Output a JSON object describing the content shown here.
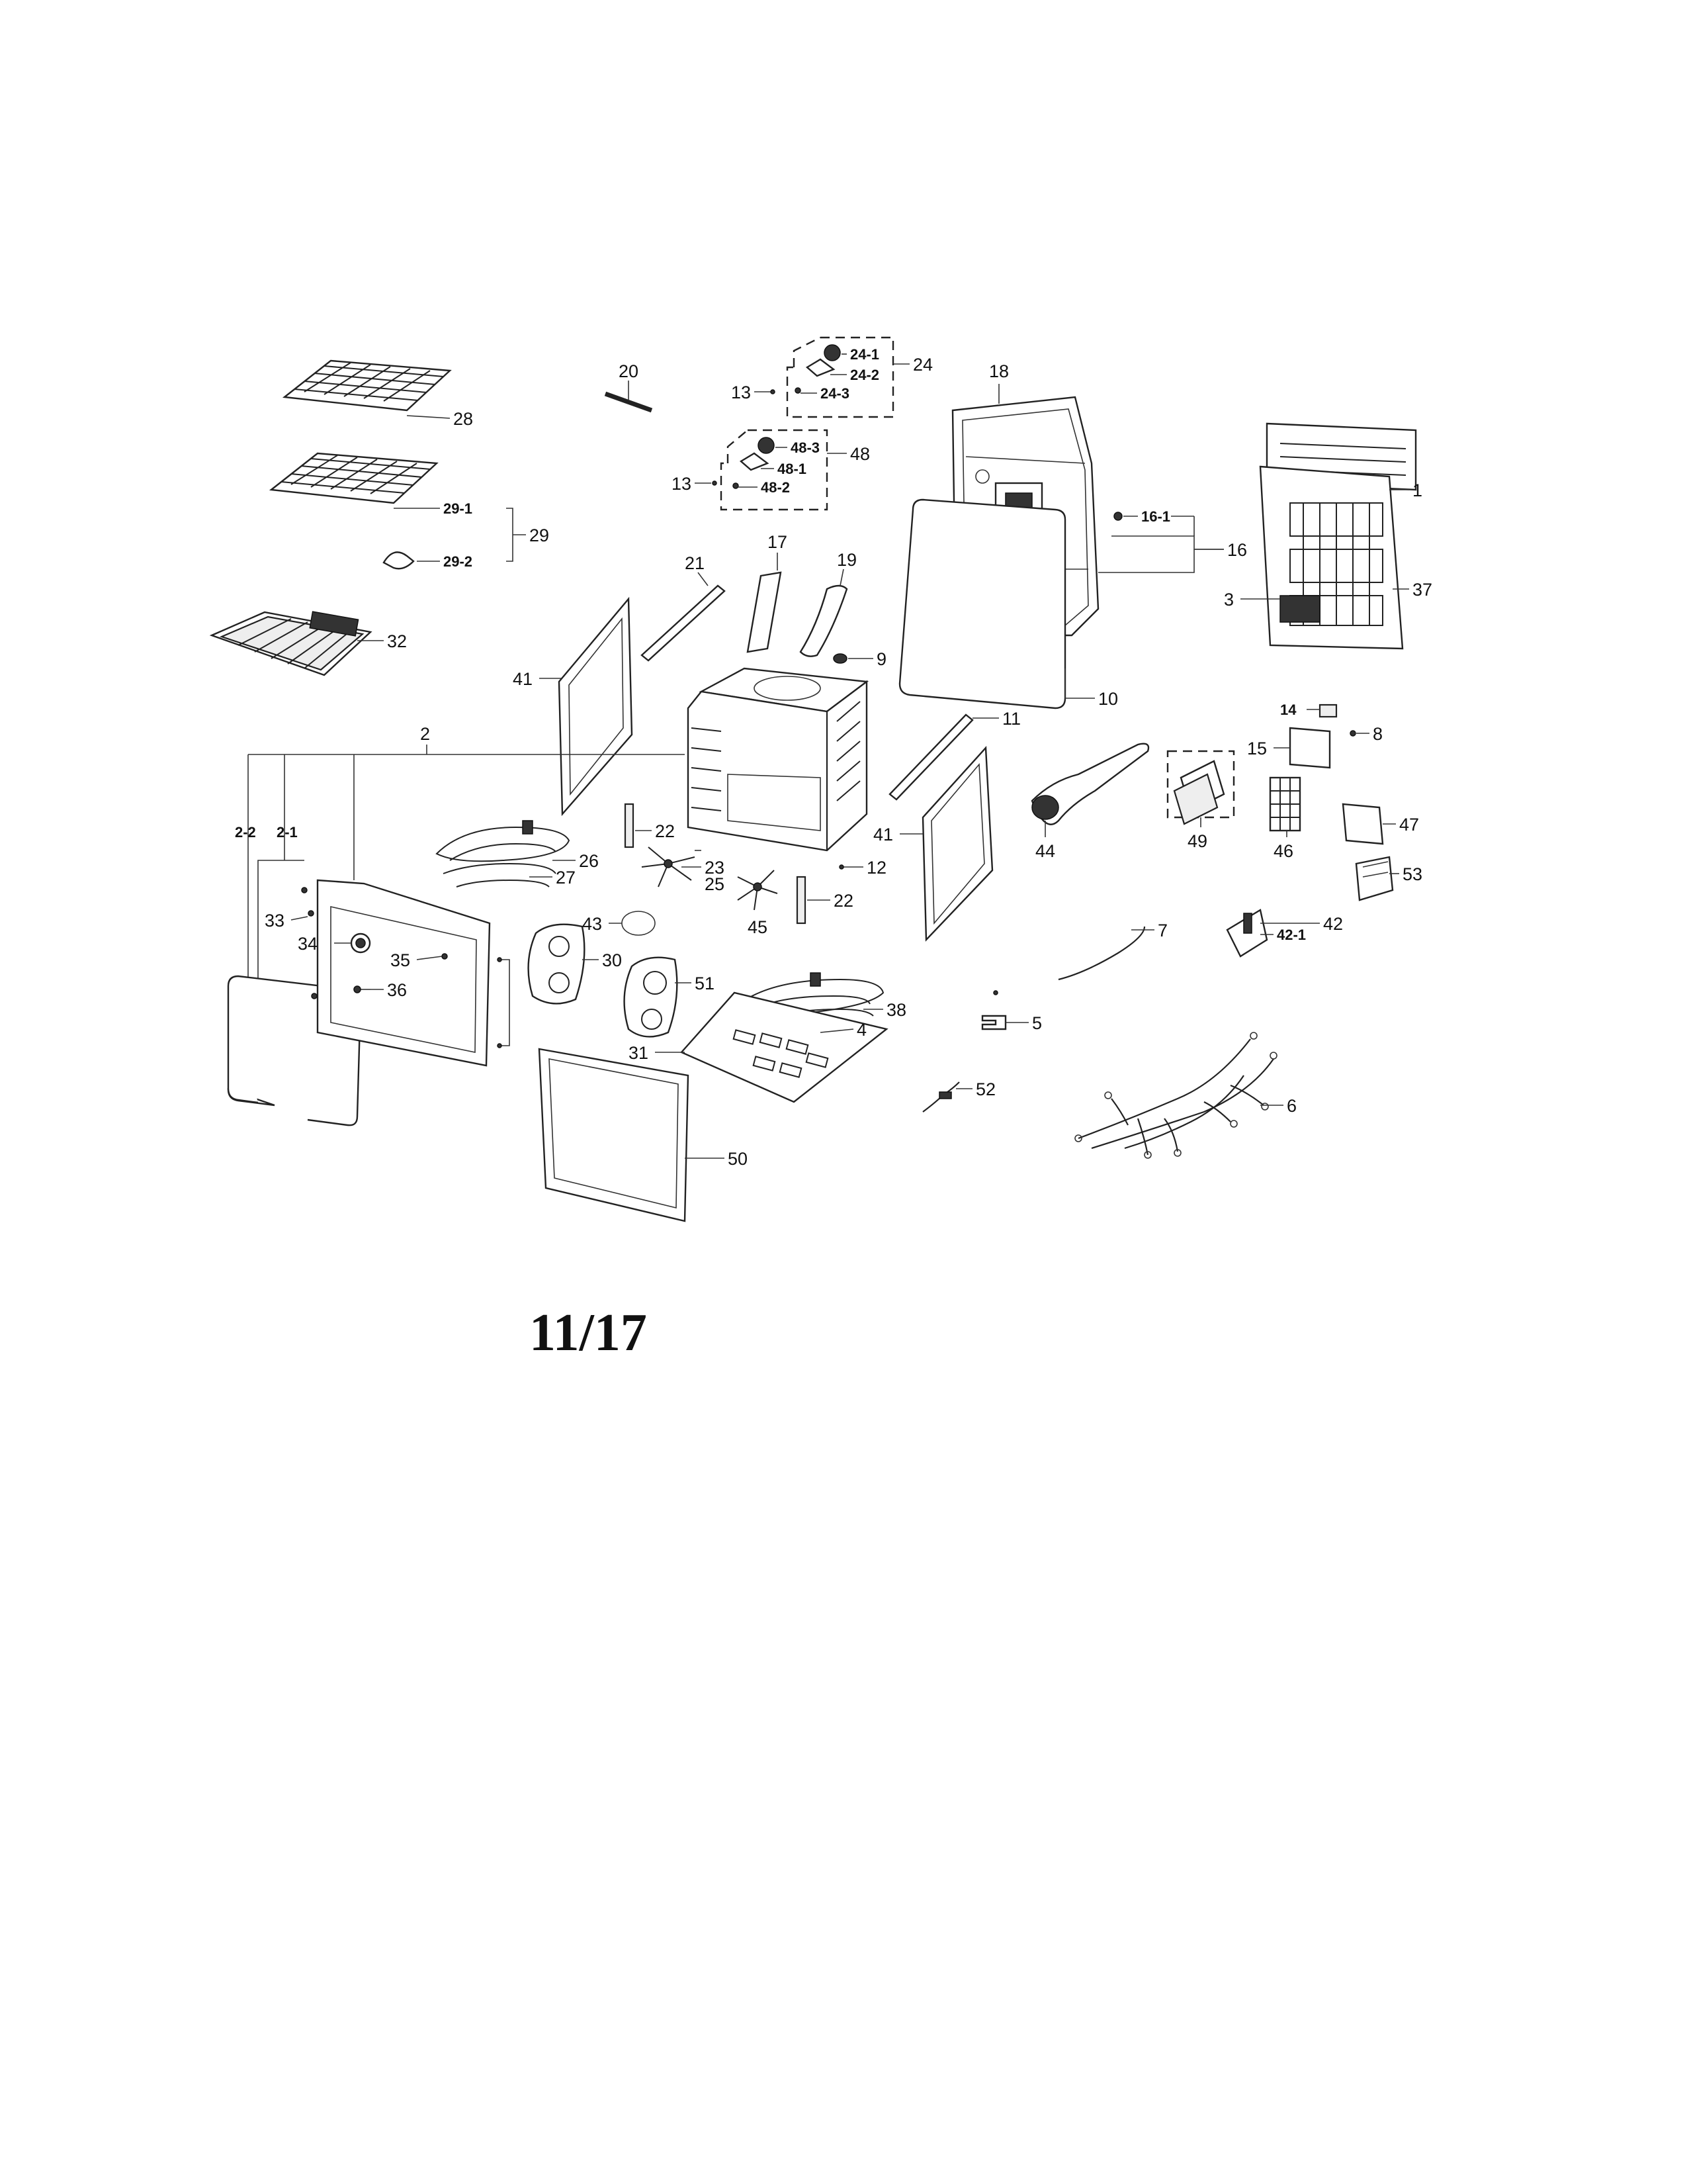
{
  "page_number": "11/17",
  "callouts": [
    {
      "id": "28",
      "text": "28"
    },
    {
      "id": "29-1",
      "text": "29-1"
    },
    {
      "id": "29",
      "text": "29"
    },
    {
      "id": "29-2",
      "text": "29-2"
    },
    {
      "id": "32",
      "text": "32"
    },
    {
      "id": "20",
      "text": "20"
    },
    {
      "id": "24-1",
      "text": "24-1"
    },
    {
      "id": "24-2",
      "text": "24-2"
    },
    {
      "id": "24-3",
      "text": "24-3"
    },
    {
      "id": "24",
      "text": "24"
    },
    {
      "id": "13a",
      "text": "13"
    },
    {
      "id": "48-3",
      "text": "48-3"
    },
    {
      "id": "48-1",
      "text": "48-1"
    },
    {
      "id": "48-2",
      "text": "48-2"
    },
    {
      "id": "48",
      "text": "48"
    },
    {
      "id": "13b",
      "text": "13"
    },
    {
      "id": "18",
      "text": "18"
    },
    {
      "id": "1",
      "text": "1"
    },
    {
      "id": "16-1",
      "text": "16-1"
    },
    {
      "id": "16",
      "text": "16"
    },
    {
      "id": "37",
      "text": "37"
    },
    {
      "id": "3",
      "text": "3"
    },
    {
      "id": "17",
      "text": "17"
    },
    {
      "id": "19",
      "text": "19"
    },
    {
      "id": "21",
      "text": "21"
    },
    {
      "id": "9",
      "text": "9"
    },
    {
      "id": "10",
      "text": "10"
    },
    {
      "id": "41a",
      "text": "41"
    },
    {
      "id": "2",
      "text": "2"
    },
    {
      "id": "11",
      "text": "11"
    },
    {
      "id": "14",
      "text": "14"
    },
    {
      "id": "8",
      "text": "8"
    },
    {
      "id": "15",
      "text": "15"
    },
    {
      "id": "2-2",
      "text": "2-2"
    },
    {
      "id": "2-1",
      "text": "2-1"
    },
    {
      "id": "22a",
      "text": "22"
    },
    {
      "id": "26",
      "text": "26"
    },
    {
      "id": "27",
      "text": "27"
    },
    {
      "id": "23",
      "text": "23"
    },
    {
      "id": "25",
      "text": "25"
    },
    {
      "id": "41b",
      "text": "41"
    },
    {
      "id": "44",
      "text": "44"
    },
    {
      "id": "49",
      "text": "49"
    },
    {
      "id": "46",
      "text": "46"
    },
    {
      "id": "47",
      "text": "47"
    },
    {
      "id": "53",
      "text": "53"
    },
    {
      "id": "12",
      "text": "12"
    },
    {
      "id": "45",
      "text": "45"
    },
    {
      "id": "22b",
      "text": "22"
    },
    {
      "id": "33",
      "text": "33"
    },
    {
      "id": "43",
      "text": "43"
    },
    {
      "id": "7",
      "text": "7"
    },
    {
      "id": "42",
      "text": "42"
    },
    {
      "id": "42-1",
      "text": "42-1"
    },
    {
      "id": "34",
      "text": "34"
    },
    {
      "id": "35",
      "text": "35"
    },
    {
      "id": "30",
      "text": "30"
    },
    {
      "id": "51",
      "text": "51"
    },
    {
      "id": "38",
      "text": "38"
    },
    {
      "id": "36",
      "text": "36"
    },
    {
      "id": "4",
      "text": "4"
    },
    {
      "id": "31",
      "text": "31"
    },
    {
      "id": "5",
      "text": "5"
    },
    {
      "id": "52",
      "text": "52"
    },
    {
      "id": "6",
      "text": "6"
    },
    {
      "id": "50",
      "text": "50"
    }
  ]
}
